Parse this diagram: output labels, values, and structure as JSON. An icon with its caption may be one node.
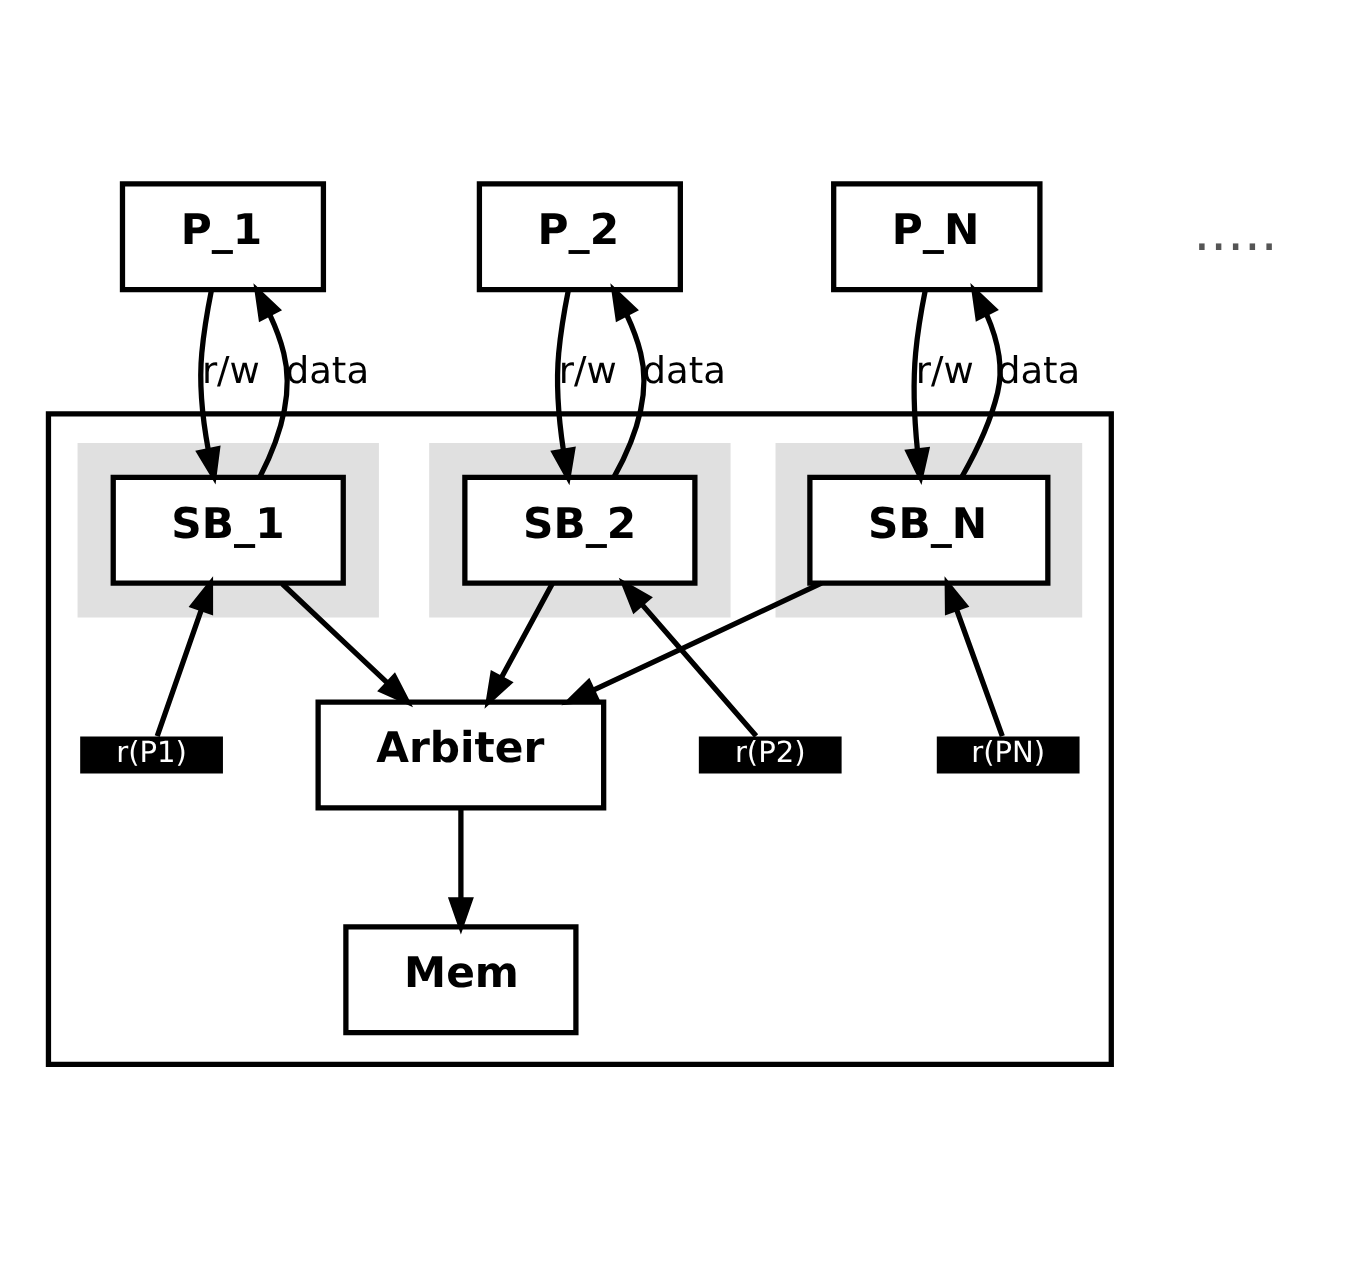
{
  "diagram": {
    "nodes": [
      {
        "text": [
          "P_1"
        ]
      },
      {
        "text": [
          "P_2"
        ]
      },
      {
        "text": [
          "P_N"
        ]
      },
      {
        "text": [],
        "shape": "box"
      },
      {
        "text": [],
        "shape": "band",
        "in": 3
      },
      {
        "text": [
          "SB_1"
        ],
        "in": 4
      },
      {
        "text": [],
        "shape": "band",
        "in": 3
      },
      {
        "text": [
          "SB_2"
        ],
        "in": 6
      },
      {
        "text": [],
        "shape": "band",
        "in": 3
      },
      {
        "text": [
          "SB_N"
        ],
        "in": 8
      },
      {
        "text": [
          "Arbiter"
        ],
        "in": 3
      },
      {
        "text": [
          "Mem"
        ],
        "in": 3
      },
      {
        "text": [
          "r(P1)"
        ],
        "in": 3
      },
      {
        "text": [
          "r(P2)"
        ],
        "in": 3
      },
      {
        "text": [
          "r(PN)"
        ],
        "in": 3
      }
    ],
    "edges": [
      {
        "from": 5,
        "to": 0,
        "arrow": "to",
        "label": "data"
      },
      {
        "from": 0,
        "to": 5,
        "arrow": "to",
        "label": "r/w"
      },
      {
        "from": 7,
        "to": 1,
        "arrow": "to",
        "label": "data"
      },
      {
        "from": 1,
        "to": 7,
        "arrow": "to",
        "label": "r/w"
      },
      {
        "from": 9,
        "to": 2,
        "arrow": "to",
        "label": "data"
      },
      {
        "from": 2,
        "to": 9,
        "arrow": "to",
        "label": "r/w"
      },
      {
        "from": 5,
        "to": 10,
        "arrow": "to"
      },
      {
        "from": 7,
        "to": 10,
        "arrow": "to"
      },
      {
        "from": 9,
        "to": 10,
        "arrow": "to"
      },
      {
        "from": 10,
        "to": 11,
        "arrow": "to"
      },
      {
        "from": 12,
        "to": 5,
        "arrow": "to"
      },
      {
        "from": 13,
        "to": 7,
        "arrow": "to"
      },
      {
        "from": 14,
        "to": 9,
        "arrow": "to"
      }
    ],
    "labels": [
      "....."
    ]
  }
}
